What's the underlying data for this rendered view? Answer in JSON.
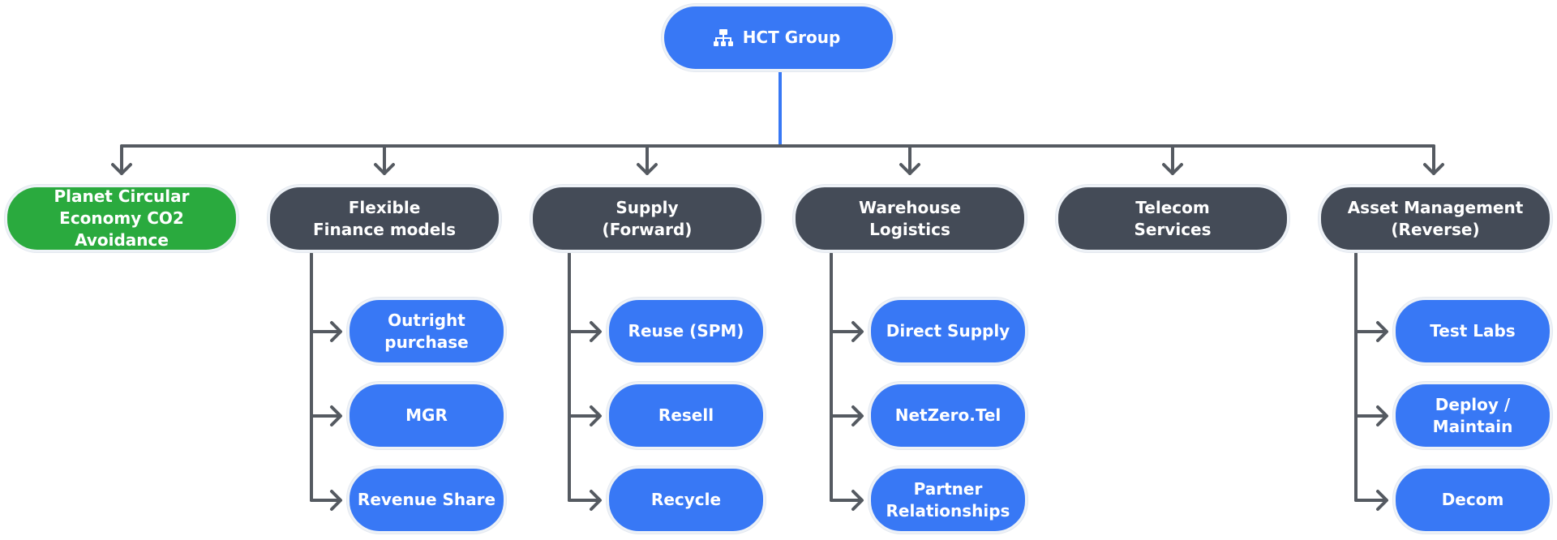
{
  "root": {
    "label": "HCT Group",
    "icon": "org-chart-icon",
    "color": "#3878f5"
  },
  "categories": [
    {
      "label": "Planet Circular\nEconomy CO2 Avoidance",
      "color": "#2aaa3e",
      "children": []
    },
    {
      "label": "Flexible\nFinance models",
      "color": "#444b57",
      "children": [
        "Outright purchase",
        "MGR",
        "Revenue Share"
      ]
    },
    {
      "label": "Supply\n(Forward)",
      "color": "#444b57",
      "children": [
        "Reuse (SPM)",
        "Resell",
        "Recycle"
      ]
    },
    {
      "label": "Warehouse\nLogistics",
      "color": "#444b57",
      "children": [
        "Direct Supply",
        "NetZero.Tel",
        "Partner\nRelationships"
      ]
    },
    {
      "label": "Telecom\nServices",
      "color": "#444b57",
      "children": []
    },
    {
      "label": "Asset Management\n(Reverse)",
      "color": "#444b57",
      "children": [
        "Test Labs",
        "Deploy / Maintain",
        "Decom"
      ]
    }
  ],
  "colors": {
    "leaf": "#3878f5",
    "connector": "#555a61",
    "root_connector": "#3878f5"
  }
}
